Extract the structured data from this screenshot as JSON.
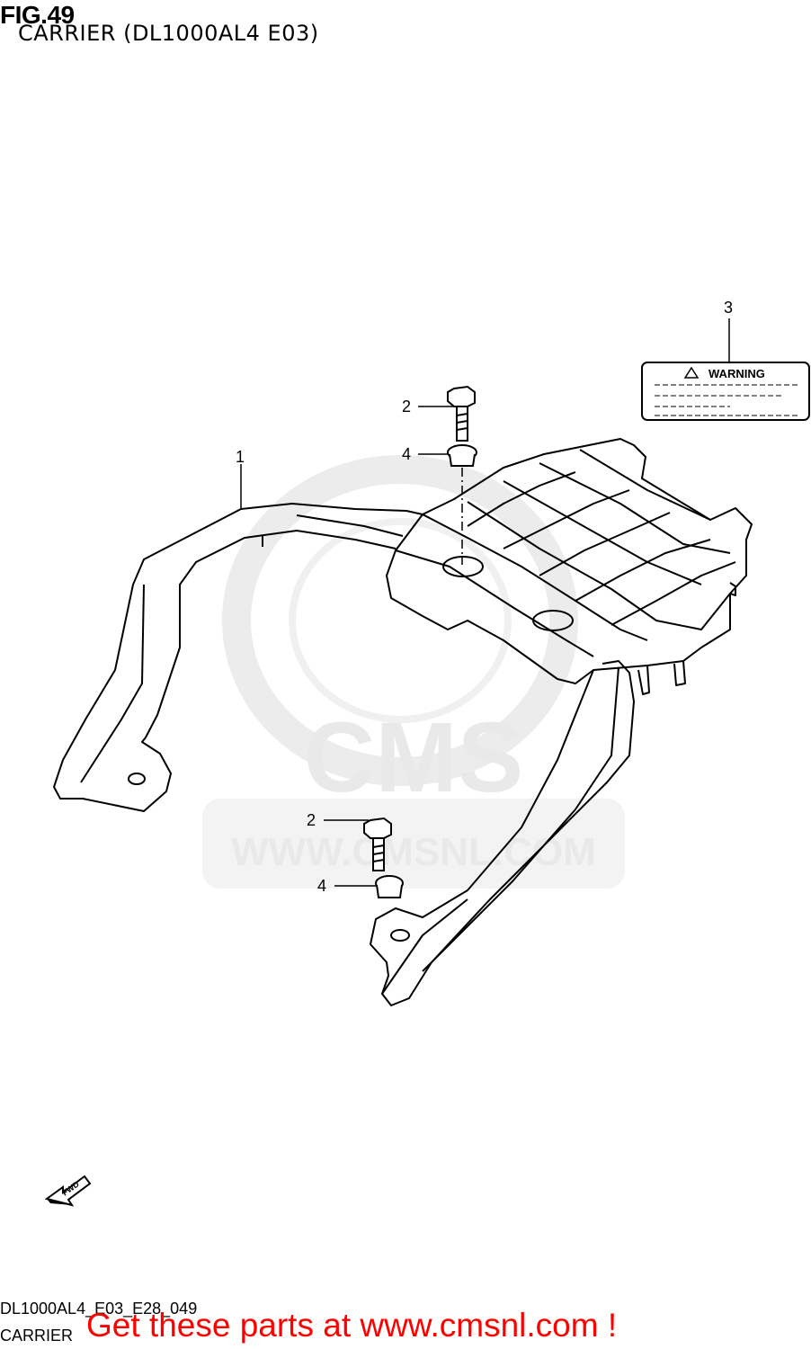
{
  "figure": {
    "number": "FIG.49",
    "title": "CARRIER (DL1000AL4 E03)"
  },
  "callouts": [
    {
      "id": "1",
      "label": "1"
    },
    {
      "id": "2a",
      "label": "2"
    },
    {
      "id": "2b",
      "label": "2"
    },
    {
      "id": "3",
      "label": "3"
    },
    {
      "id": "4a",
      "label": "4"
    },
    {
      "id": "4b",
      "label": "4"
    }
  ],
  "warning_label": {
    "text": "WARNING"
  },
  "direction_arrow": {
    "text": "FWD"
  },
  "watermark": {
    "brand": "CMS",
    "url": "WWW.CMSNL.COM"
  },
  "footer": {
    "diagram_code": "DL1000AL4_E03_E28_049",
    "diagram_name": "CARRIER",
    "promo_text": "Get these parts at www.cmsnl.com !"
  },
  "colors": {
    "promo": "#ff0000",
    "watermark": "#e9e9e9",
    "line": "#000000"
  }
}
